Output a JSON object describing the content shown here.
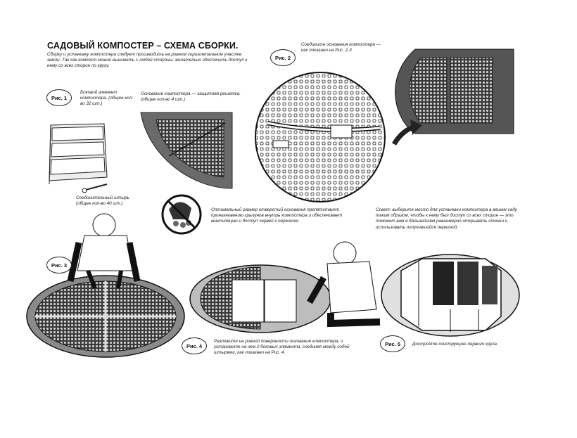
{
  "title": "САДОВЫЙ КОМПОСТЕР – СХЕМА СБОРКИ.",
  "intro": "Сборку и установку компостера следует производить на ровном горизонтальном участке земли. Так как компост можно вынимать с любой стороны, желательно обеспечить доступ к нему со всех сторон по кругу.",
  "figures": {
    "fig1": {
      "badge": "Рис. 1",
      "side_element": "Боковой элемент компостера. (общее кол-во 32 шт.)",
      "base": "Основание компостера — защитная решетка. (общее кол-во 4 шт.)",
      "pin": "Соединительный штырь (общее кол-во 40 шт.)"
    },
    "fig2": {
      "badge": "Рис. 2",
      "caption": "Соедините основания компостера — как показано на Рис. 2-3"
    },
    "fig3": {
      "badge": "Рис. 3"
    },
    "fig4": {
      "badge": "Рис. 4",
      "caption": "Разложите на ровной поверхности основание компостера, и установите на нем 2 боковых элемента, соединяя между собой штырями, как показано на Рис. 4."
    },
    "fig5": {
      "badge": "Рис. 5",
      "caption": "Достройте конструкцию первого круга."
    }
  },
  "optimal_note": "Оптимальный размер отверстий основания препятствует проникновению грызунов внутрь компостера и обеспечивает вентиляцию и доступ червей к перегною.",
  "advice": "Совет: выберите место для установки компостера в вашем саду таким образом, чтобы к нему был доступ со всех сторон — это поможет вам в дальнейшем равномерно открывать стенки и использовать получившийся перегной.",
  "icons": [
    "no-rodents-icon",
    "curved-arrow-icon"
  ]
}
